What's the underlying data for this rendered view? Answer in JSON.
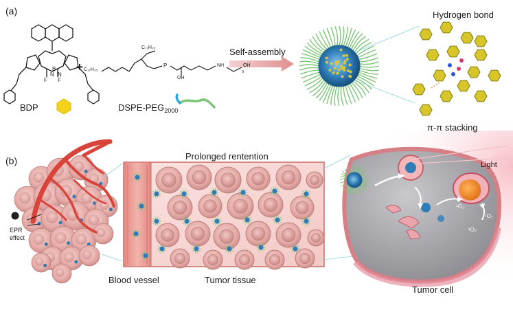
{
  "panel_a": {
    "label": "(a)",
    "bdp_label": "BDP",
    "dspe_label": "DSPE-PEG",
    "dspe_sub": "2000",
    "arrow_label": "Self-assembly",
    "hbond_label": "Hydrogen bond",
    "stacking_label": "π-π stacking",
    "plus": "+",
    "mol_labels": {
      "f1": "F",
      "f2": "F",
      "b": "B",
      "n1": "N",
      "n2": "N",
      "c17a": "C₁₇H₃₅",
      "c17b": "C₁₇H₃₅",
      "p": "P",
      "oh": "OH",
      "nh": "NH",
      "peg_end": "OH",
      "n_sub": "n"
    }
  },
  "panel_b": {
    "label": "(b)",
    "prolonged_label": "Prolonged rentention",
    "epr_label_1": "EPR",
    "epr_label_2": "effect",
    "blood_vessel_label": "Blood vessel",
    "tumor_tissue_label": "Tumor tissue",
    "tumor_cell_label": "Tumor cell",
    "light_label": "Light",
    "ros_labels": [
      "¹O₂",
      "¹O₂",
      "¹O₂"
    ]
  },
  "colors": {
    "nanoparticle": "#2e7db8",
    "peg_chain": "#7cc576",
    "bdp_yellow": "#f2d21b",
    "cell_pink": "#e8a9a6",
    "vessel_red": "#d8433a",
    "arrow_pink": "#e5a3a3"
  }
}
